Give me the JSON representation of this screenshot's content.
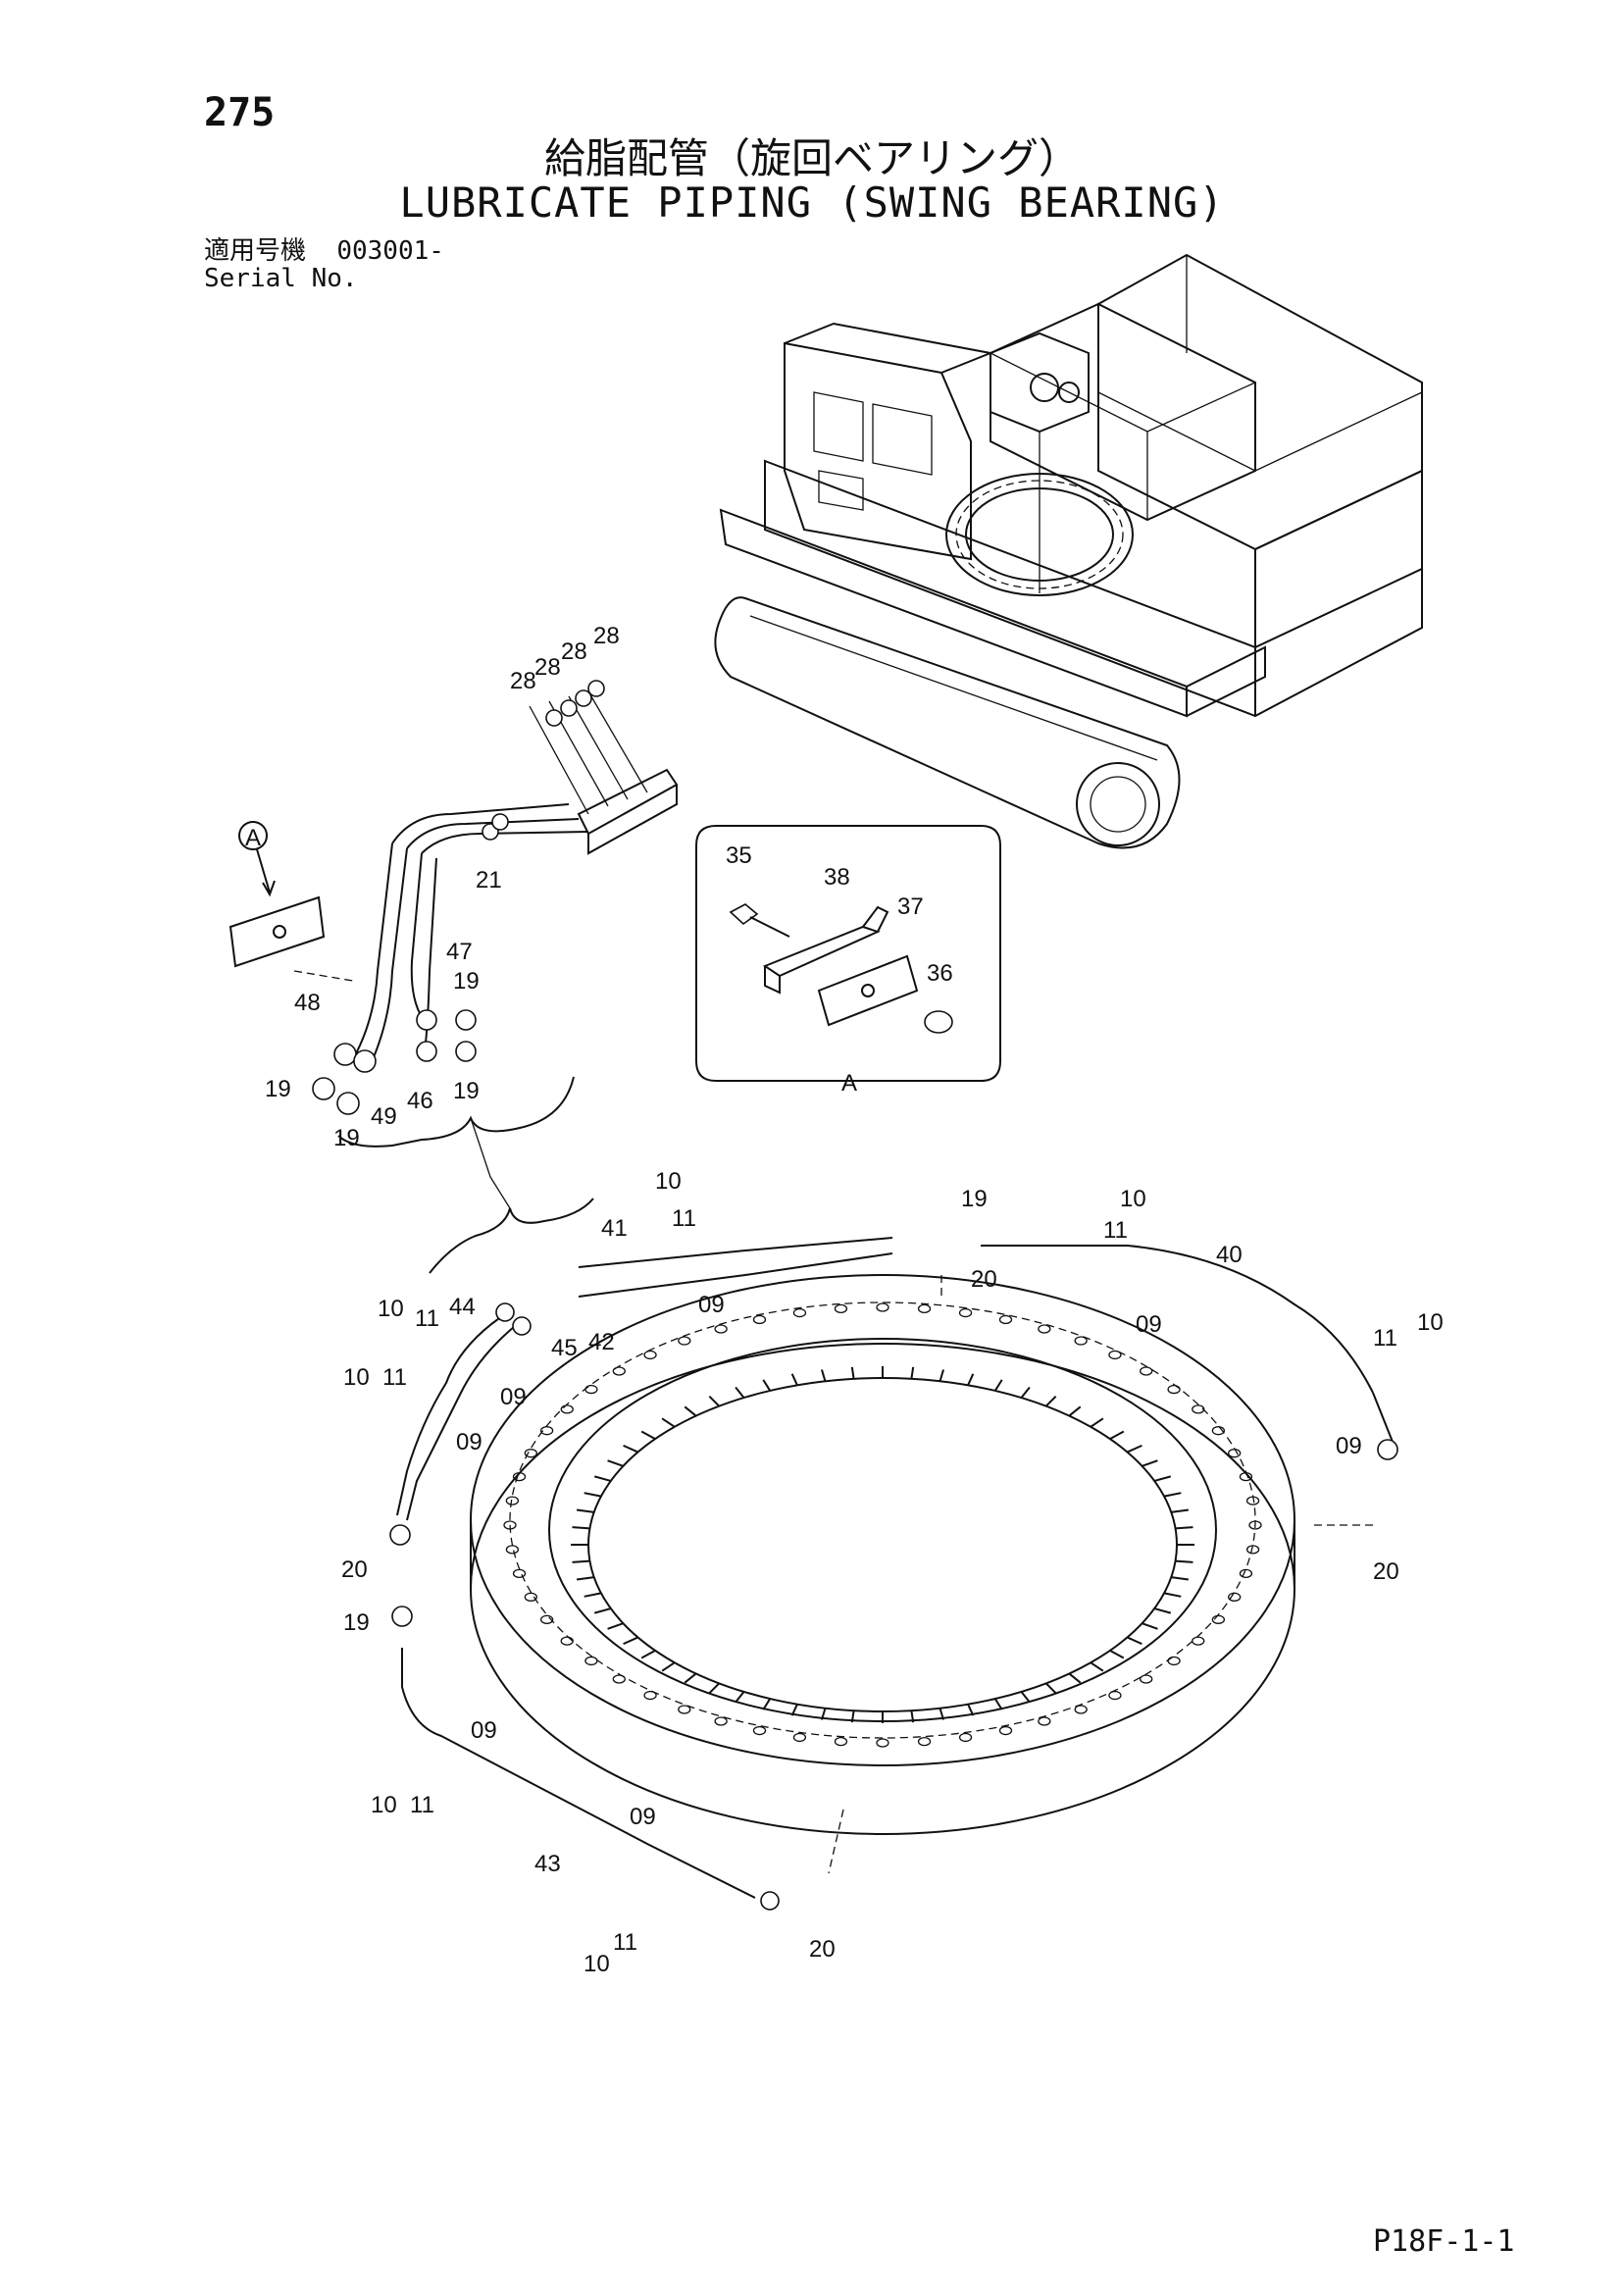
{
  "page": {
    "number": "275",
    "title_jp": "給脂配管（旋回ベアリング）",
    "title_en": "LUBRICATE PIPING (SWING BEARING)",
    "serial_label_jp": "適用号機",
    "serial_value": "003001-",
    "serial_label_en": "Serial No.",
    "page_code": "P18F-1-1"
  },
  "detail": {
    "marker_letter": "A",
    "view_letter": "A"
  },
  "callouts": [
    {
      "id": "c28a",
      "label": "28"
    },
    {
      "id": "c28b",
      "label": "28"
    },
    {
      "id": "c28c",
      "label": "28"
    },
    {
      "id": "c28d",
      "label": "28"
    },
    {
      "id": "c21",
      "label": "21"
    },
    {
      "id": "c47",
      "label": "47"
    },
    {
      "id": "c48",
      "label": "48"
    },
    {
      "id": "c19a",
      "label": "19"
    },
    {
      "id": "c19b",
      "label": "19"
    },
    {
      "id": "c19c",
      "label": "19"
    },
    {
      "id": "c19d",
      "label": "19"
    },
    {
      "id": "c49",
      "label": "49"
    },
    {
      "id": "c46",
      "label": "46"
    },
    {
      "id": "c35",
      "label": "35"
    },
    {
      "id": "c38",
      "label": "38"
    },
    {
      "id": "c37",
      "label": "37"
    },
    {
      "id": "c36",
      "label": "36"
    },
    {
      "id": "c10a",
      "label": "10"
    },
    {
      "id": "c11a",
      "label": "11"
    },
    {
      "id": "c41",
      "label": "41"
    },
    {
      "id": "c42",
      "label": "42"
    },
    {
      "id": "c09a",
      "label": "09"
    },
    {
      "id": "c19e",
      "label": "19"
    },
    {
      "id": "c20a",
      "label": "20"
    },
    {
      "id": "c10b",
      "label": "10"
    },
    {
      "id": "c11b",
      "label": "11"
    },
    {
      "id": "c40",
      "label": "40"
    },
    {
      "id": "c09b",
      "label": "09"
    },
    {
      "id": "c10c",
      "label": "10"
    },
    {
      "id": "c11c",
      "label": "11"
    },
    {
      "id": "c09c",
      "label": "09"
    },
    {
      "id": "c20b",
      "label": "20"
    },
    {
      "id": "c44",
      "label": "44"
    },
    {
      "id": "c45",
      "label": "45"
    },
    {
      "id": "c10d",
      "label": "10"
    },
    {
      "id": "c11d",
      "label": "11"
    },
    {
      "id": "c09d",
      "label": "09"
    },
    {
      "id": "c10e",
      "label": "10"
    },
    {
      "id": "c11e",
      "label": "11"
    },
    {
      "id": "c09e",
      "label": "09"
    },
    {
      "id": "c20c",
      "label": "20"
    },
    {
      "id": "c19f",
      "label": "19"
    },
    {
      "id": "c09f",
      "label": "09"
    },
    {
      "id": "c10f",
      "label": "10"
    },
    {
      "id": "c11f",
      "label": "11"
    },
    {
      "id": "c43",
      "label": "43"
    },
    {
      "id": "c09g",
      "label": "09"
    },
    {
      "id": "c10g",
      "label": "10"
    },
    {
      "id": "c11g",
      "label": "11"
    },
    {
      "id": "c20d",
      "label": "20"
    }
  ]
}
